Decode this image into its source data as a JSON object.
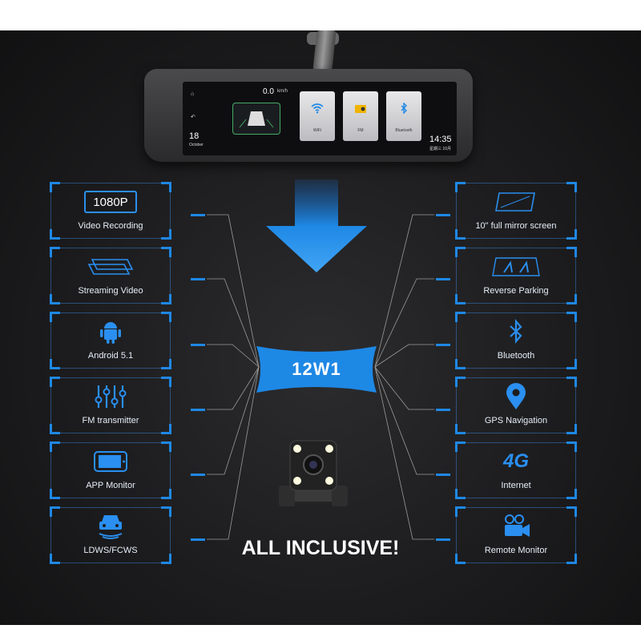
{
  "mirror_screen": {
    "speed": "0.0",
    "speed_unit": "km/h",
    "date_day": "18",
    "date_month": "October",
    "time": "14:35",
    "date_line": "星期三 10月",
    "cards": [
      {
        "name": "WiFi",
        "icon": "wifi-icon"
      },
      {
        "name": "FM",
        "icon": "radio-icon"
      },
      {
        "name": "Bluetooth",
        "icon": "bluetooth-icon"
      }
    ]
  },
  "center": {
    "badge": "12W1",
    "tagline": "ALL INCLUSIVE!"
  },
  "left_features": [
    {
      "label": "Video Recording",
      "badge_text": "1080P",
      "icon": "hd-1080p-icon"
    },
    {
      "label": "Streaming Video",
      "icon": "double-screen-icon"
    },
    {
      "label": "Android 5.1",
      "icon": "android-icon"
    },
    {
      "label": "FM transmitter",
      "icon": "equalizer-sliders-icon"
    },
    {
      "label": "APP Monitor",
      "icon": "phone-screen-icon"
    },
    {
      "label": "LDWS/FCWS",
      "icon": "car-warning-icon"
    }
  ],
  "right_features": [
    {
      "label": "10\" full mirror screen",
      "icon": "full-screen-icon"
    },
    {
      "label": "Reverse Parking",
      "icon": "parking-lines-icon"
    },
    {
      "label": "Bluetooth",
      "icon": "bluetooth-icon"
    },
    {
      "label": "GPS Navigation",
      "icon": "map-pin-icon"
    },
    {
      "label": "Internet",
      "badge_text": "4G",
      "icon": "4g-icon"
    },
    {
      "label": "Remote Monitor",
      "icon": "video-camera-icon"
    }
  ],
  "colors": {
    "accent": "#1e88e5",
    "background": "#1c1c1e",
    "text": "#e6eef8"
  }
}
